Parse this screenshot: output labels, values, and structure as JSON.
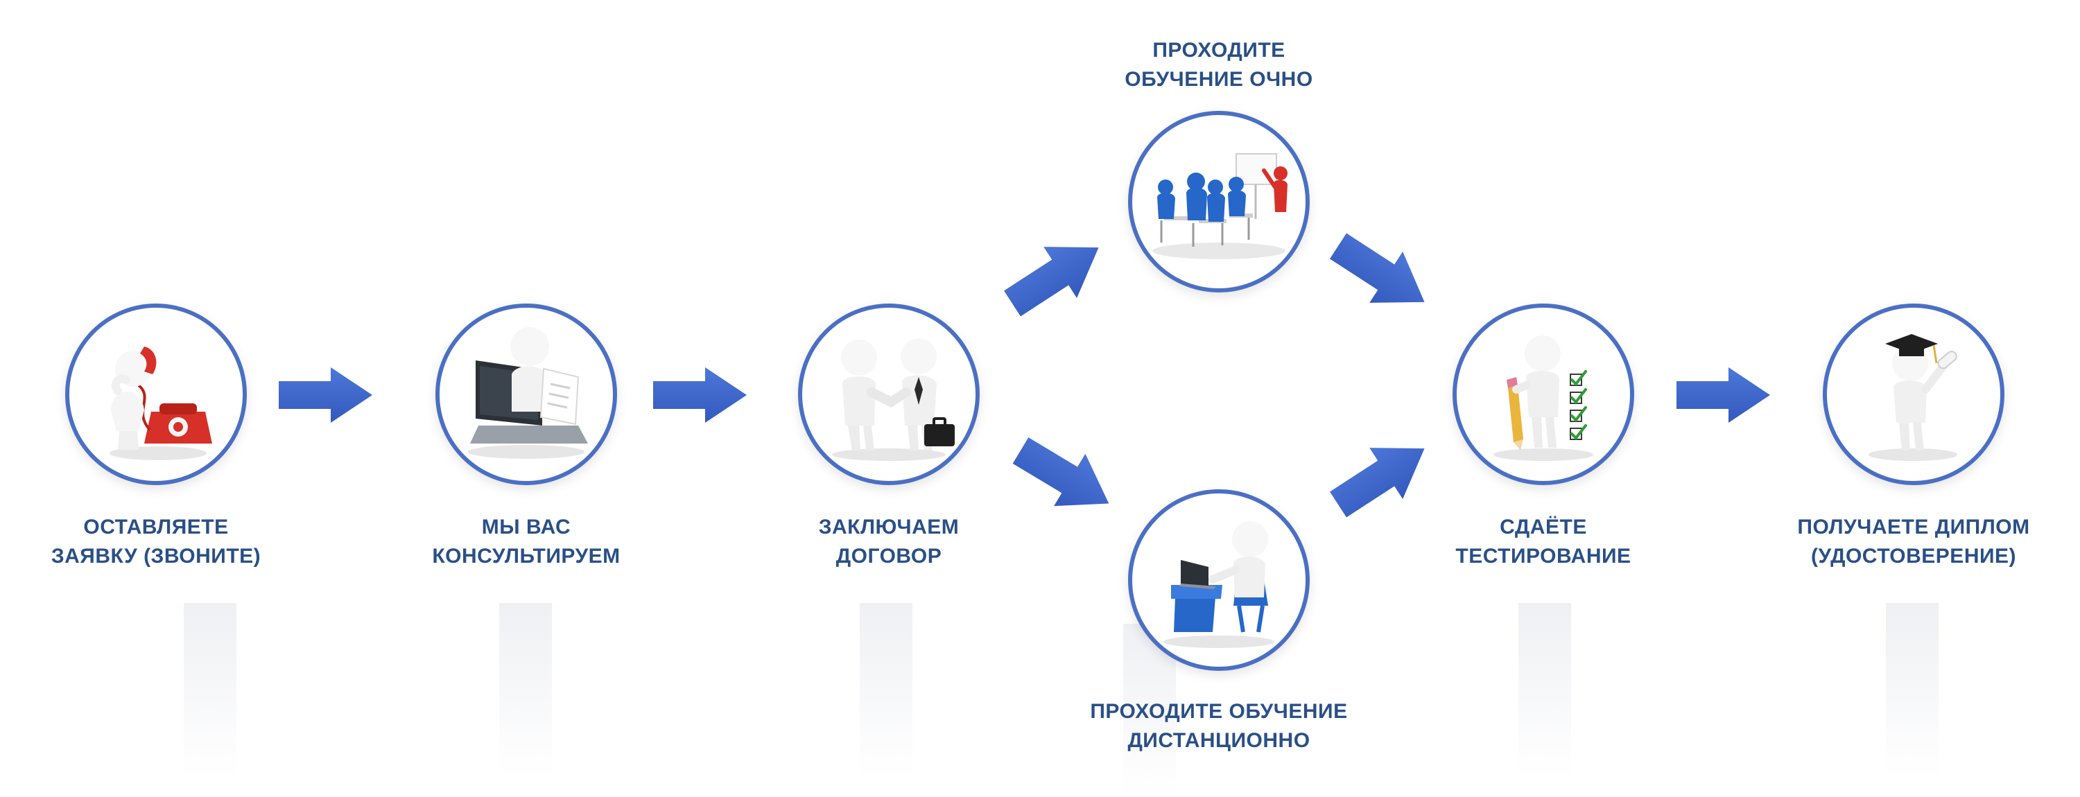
{
  "colors": {
    "circle_border": "#4a6fc4",
    "arrow": "#3f68cf",
    "label_text": "#2a4f86",
    "figure_white": "#f0f0f0",
    "figure_blue": "#2667c9",
    "phone_red": "#d73028"
  },
  "steps": [
    {
      "id": "apply",
      "icon": "phone-caller-icon",
      "label": [
        "ОСТАВЛЯЕТЕ",
        "ЗАЯВКУ (ЗВОНИТЕ)"
      ]
    },
    {
      "id": "consult",
      "icon": "laptop-consultant-icon",
      "label": [
        "МЫ ВАС",
        "КОНСУЛЬТИРУЕМ"
      ]
    },
    {
      "id": "contract",
      "icon": "handshake-icon",
      "label": [
        "ЗАКЛЮЧАЕМ",
        "ДОГОВОР"
      ]
    },
    {
      "id": "in-person",
      "icon": "classroom-icon",
      "label": [
        "ПРОХОДИТЕ",
        "ОБУЧЕНИЕ ОЧНО"
      ]
    },
    {
      "id": "distance",
      "icon": "remote-student-icon",
      "label": [
        "ПРОХОДИТЕ ОБУЧЕНИЕ",
        "ДИСТАНЦИОННО"
      ]
    },
    {
      "id": "testing",
      "icon": "checklist-icon",
      "label": [
        "СДАЁТЕ",
        "ТЕСТИРОВАНИЕ"
      ]
    },
    {
      "id": "diploma",
      "icon": "graduate-icon",
      "label": [
        "ПОЛУЧАЕТЕ ДИПЛОМ",
        "(УДОСТОВЕРЕНИЕ)"
      ]
    }
  ]
}
